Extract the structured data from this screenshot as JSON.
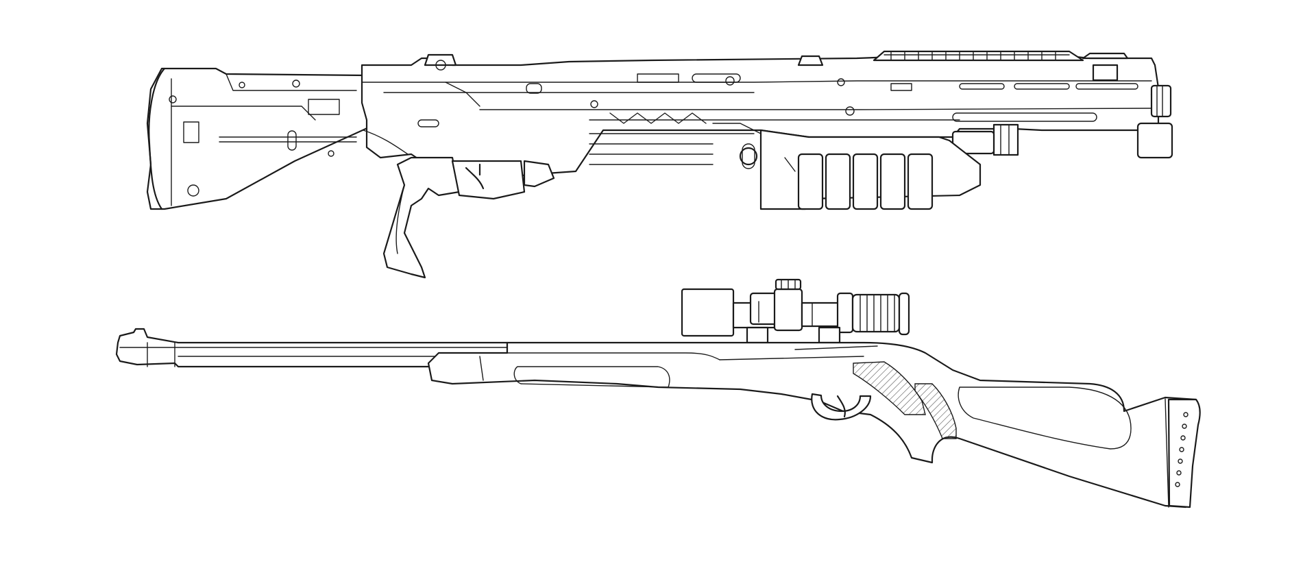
{
  "scene": {
    "background": "#ffffff",
    "line_color": "#1a1a1a",
    "objects": [
      {
        "id": "futuristic-shotgun",
        "kind": "line-art-weapon"
      },
      {
        "id": "scoped-rifle",
        "kind": "line-art-weapon"
      }
    ]
  }
}
